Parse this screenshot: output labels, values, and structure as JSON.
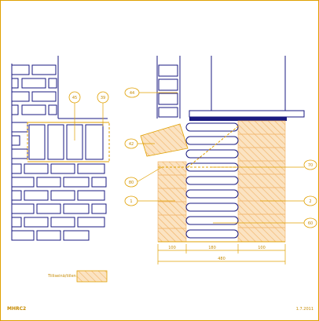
{
  "callouts": {
    "c44": "44",
    "c42": "42",
    "c80": "80",
    "c1": "1",
    "c45": "45",
    "c39": "39",
    "c70": "70",
    "c2": "2",
    "c60": "60"
  },
  "dims": {
    "d_left": "100",
    "d_mid": "180",
    "d_right": "100",
    "d_total": "480"
  },
  "legend": {
    "label": "Tiiliseinä/tiilen"
  },
  "footer": {
    "code": "MHRC2",
    "date": "1.7.2011"
  },
  "colors": {
    "ink": "#1a1a80",
    "accent": "#e0a000",
    "hatch": "#f4c080",
    "text": "#c58a00"
  }
}
